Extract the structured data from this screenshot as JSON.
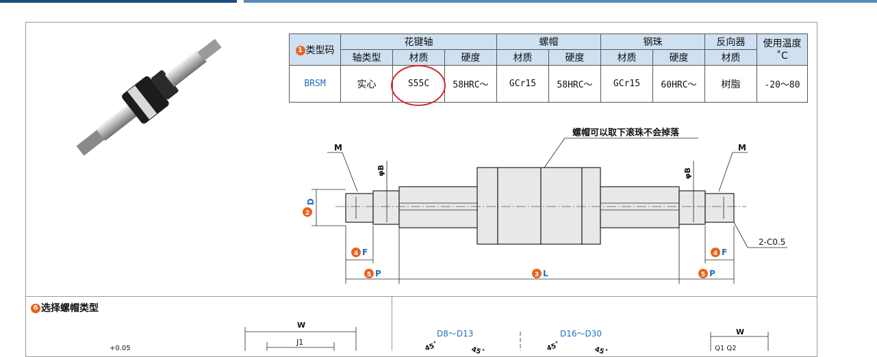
{
  "spec_table": {
    "group_headers": {
      "type_code": "类型码",
      "spline_shaft": "花键轴",
      "nut": "螺帽",
      "steel_ball": "钢珠",
      "reverser": "反向器",
      "temperature": "使用温度",
      "temperature_unit": "˚C"
    },
    "sub_headers": [
      "轴类型",
      "材质",
      "硬度",
      "材质",
      "硬度",
      "材质",
      "硬度",
      "材质"
    ],
    "row": [
      "BRSM",
      "实心",
      "S55C",
      "58HRC～",
      "GCr15",
      "58HRC～",
      "GCr15",
      "60HRC～",
      "树脂",
      "-20～80"
    ]
  },
  "badges": {
    "type_code": "1",
    "diameter": "2",
    "length": "3",
    "thread": "4",
    "pitch": "5",
    "nut_type": "6"
  },
  "drawing": {
    "nut_note": "螺帽可以取下滚珠不会掉落",
    "m_label_left": "M",
    "m_label_right": "M",
    "phi_b_left": "φB",
    "phi_b_right": "φB",
    "d_label": "D",
    "f_label_left": "F",
    "f_label_right": "F",
    "p_label_left": "P",
    "p_label_right": "P",
    "l_label": "L",
    "chamfer": "2-C0.5"
  },
  "bottom": {
    "section_title": "选择螺帽类型",
    "w_label_left": "W",
    "j1_label": "J1",
    "tolerance": "+0.05",
    "range_a": "D8～D13",
    "range_b": "D16～D30",
    "angle_a1": "45˚",
    "angle_a2": "45˚",
    "angle_b1": "45˚",
    "angle_b2": "45˚",
    "w_label_right": "W",
    "q_labels": "Q1 Q2"
  },
  "colors": {
    "header_bg": "#cfe0f1",
    "accent_blue": "#1f6fbf",
    "badge_orange": "#e8641e",
    "highlight_red": "#d8262b"
  }
}
